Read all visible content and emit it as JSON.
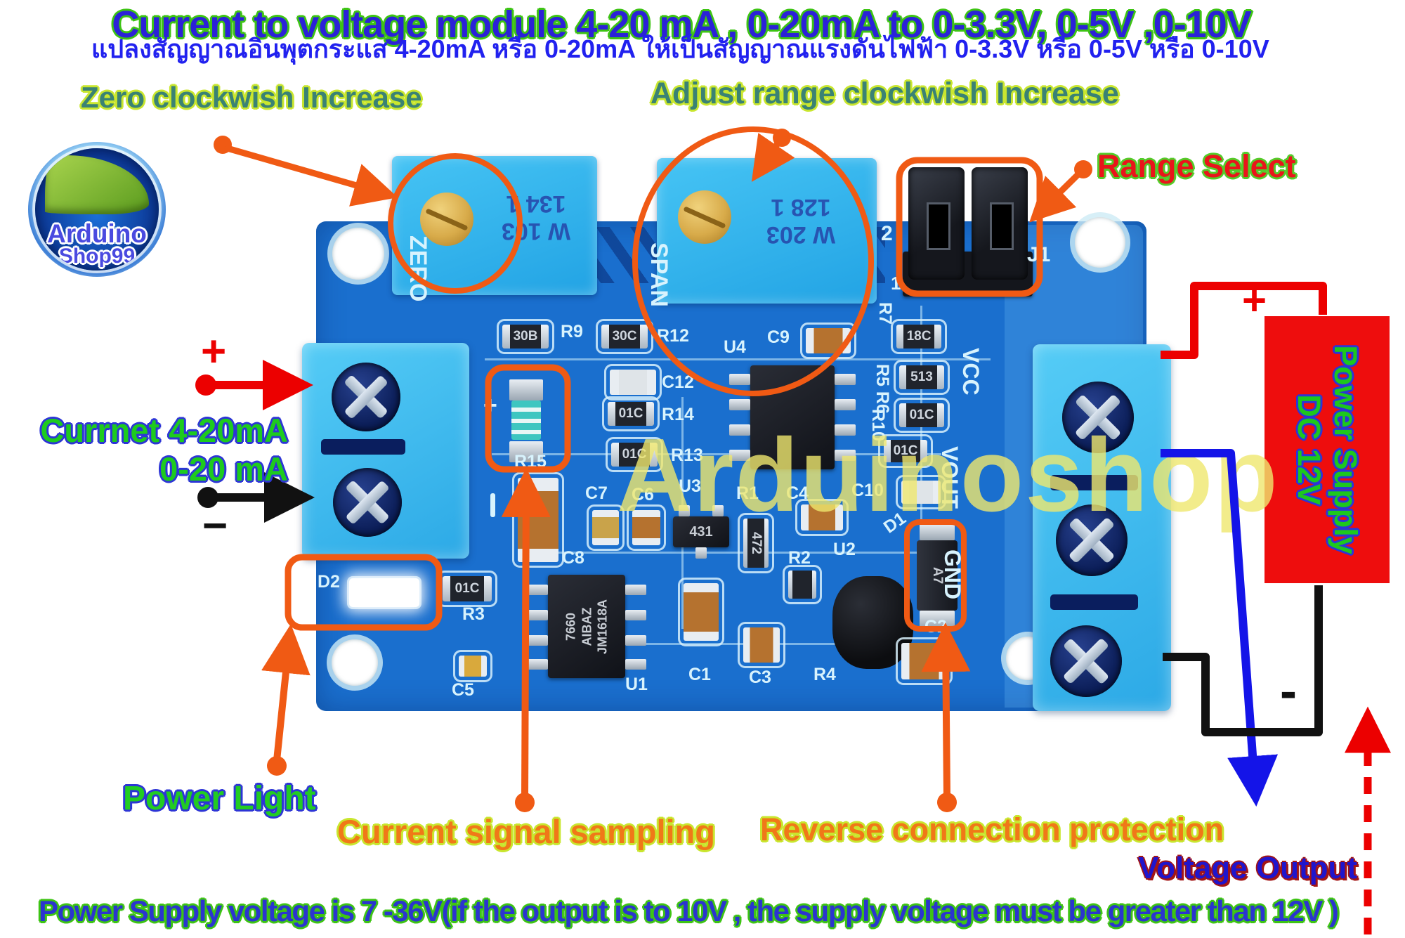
{
  "title": "Current to voltage module 4-20 mA , 0-20mA to 0-3.3V, 0-5V ,0-10V",
  "subtitle_thai": "แปลงสัญญาณอินพุตกระแส 4-20mA หรือ 0-20mA ให้เป็นสัญญาณแรงดันไฟฟ้า 0-3.3V หรือ 0-5V หรือ 0-10V",
  "watermark": "Arduinoshop",
  "logo": {
    "line1": "Arduino",
    "line2": "Shop99"
  },
  "annotations": {
    "zero_adjust": "Zero clockwish Increase",
    "range_adjust": "Adjust range clockwish Increase",
    "range_select": "Range Select",
    "current_input_line1": "Currnet 4-20mA",
    "current_input_line2": "0-20 mA",
    "input_plus": "+",
    "input_minus": "−",
    "power_light": "Power Light",
    "current_signal": "Current signal sampling",
    "reverse_protection": "Reverse connection protection",
    "voltage_output": "Voltage Output",
    "psu_line1": "Power Supply",
    "psu_line2": "DC 12V",
    "psu_plus": "+",
    "psu_minus": "-",
    "bottom_note": "Power Supply voltage is 7 -36V(if the output is to 10V , the supply voltage must be greater than 12V )"
  },
  "board": {
    "silkscreen": {
      "zero": "ZERO",
      "span": "SPAN",
      "r9": "R9",
      "r12": "R12",
      "c9": "C9",
      "u4": "U4",
      "c12": "C12",
      "r14": "R14",
      "r13": "R13",
      "r7": "R7",
      "r5r6": "R5 R6",
      "vcc": "VCC",
      "c7": "C7",
      "c6": "C6",
      "u3": "U3",
      "c8": "C8",
      "r1": "R1",
      "c4": "C4",
      "r2": "R2",
      "u2": "U2",
      "r10": "R10",
      "c10": "C10",
      "d1": "D1",
      "vout": "VOUT",
      "gnd": "GND",
      "c2": "C2",
      "d2": "D2",
      "r3": "R3",
      "r15": "R15",
      "c5": "C5",
      "u1": "U1",
      "c1": "C1",
      "c3": "C3",
      "r4": "R4",
      "j1": "J1",
      "pin2": "2",
      "pin1": "1",
      "plus": "+"
    },
    "markings": {
      "pot_zero_a": "W 103",
      "pot_zero_b": "134 1",
      "pot_span_a": "W 203",
      "pot_span_b": "128 1",
      "u1_1": "7660",
      "u1_2": "AIBAZ",
      "u1_3": "JM1618A",
      "q431": "431",
      "diode_a7": "A7",
      "res_r9": "30B",
      "res_r12": "30C",
      "res_r14": "01C",
      "res_r13": "01C",
      "res_r7": "18C",
      "res_r6": "513",
      "res_r5": "01C",
      "res_r3": "01C",
      "res_r10": "01C",
      "res_r1": "472"
    }
  },
  "colors": {
    "board_blue": "#1a6fce",
    "terminal_blue": "#3ab5ee",
    "annotation_orange": "#f05a14",
    "wire_red": "#ec0000",
    "wire_blue": "#1414e8",
    "wire_black": "#111111",
    "psu_red": "#ee0d0d",
    "psu_text_green": "#1dc81d",
    "title_blue": "#2b21d8",
    "label_teal": "#3a8274",
    "label_green": "#1ecb1e",
    "label_orange": "#f07818",
    "label_red": "#e9151b",
    "silkscreen_white": "#d8f3fd",
    "gold": "#d8ab4a",
    "watermark_yellow": "#efe76e"
  }
}
